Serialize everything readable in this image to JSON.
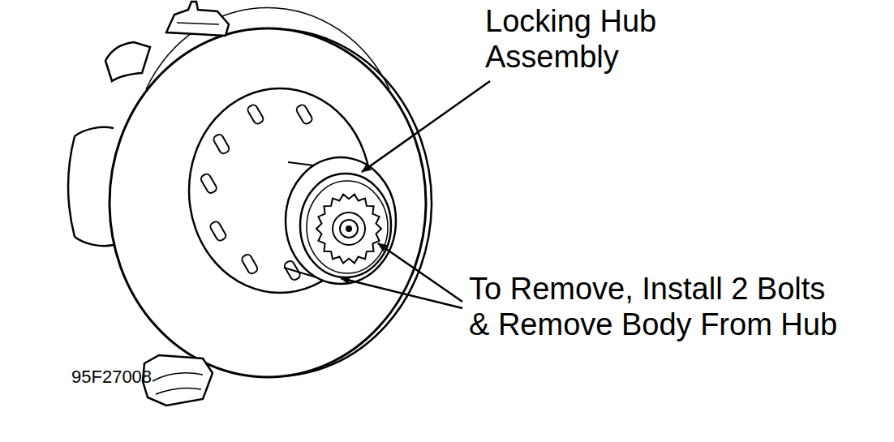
{
  "diagram": {
    "labels": [
      "Locking Hub Assembly",
      "To Remove, Install 2 Bolts & Remove Body From Hub",
      "95F27008"
    ]
  }
}
